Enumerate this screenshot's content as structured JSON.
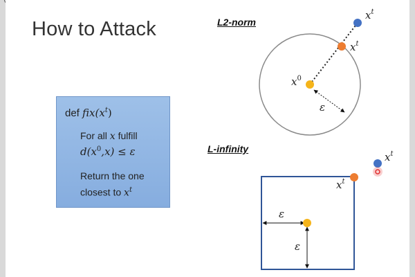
{
  "title": "How to Attack",
  "code_box": {
    "line1_prefix": "def ",
    "line1_fn": "fix(x",
    "line1_sup": "t",
    "line1_end": ")",
    "line2_a": "For all ",
    "line2_var": "x",
    "line2_b": " fulfill",
    "line3": "d(x",
    "line3_sup": "0",
    "line3_rest": ",x) ≤ ε",
    "line4": "Return the one",
    "line5": "closest to ",
    "line5_var": "x",
    "line5_sup": "t"
  },
  "diagrams": {
    "l2": {
      "label": "L2-norm",
      "x0": "x",
      "x0_sup": "0",
      "xt_outer": "x",
      "xt_outer_sup": "t",
      "xt_proj": "x",
      "xt_proj_sup": "t",
      "eps": "ε"
    },
    "linf": {
      "label": "L-infinity",
      "xt_outer": "x",
      "xt_outer_sup": "t",
      "xt_proj": "x",
      "xt_proj_sup": "t",
      "eps_h": "ε",
      "eps_v": "ε"
    }
  },
  "colors": {
    "center": "#f5b41a",
    "projection": "#ed7d31",
    "outside": "#4472c4",
    "box_border": "#2f5597",
    "circle": "#8a8a8a",
    "cursor": "#e03030"
  }
}
